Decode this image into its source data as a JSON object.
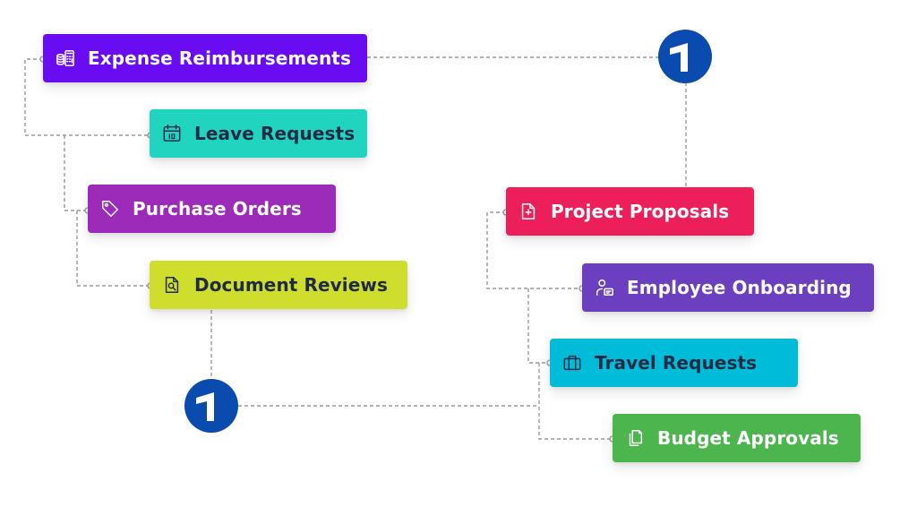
{
  "cards": {
    "expense": {
      "label": "Expense Reimbursements",
      "color": "#6a0cf2"
    },
    "leave": {
      "label": "Leave Requests",
      "color": "#20d4c0"
    },
    "purchase": {
      "label": "Purchase Orders",
      "color": "#9b2bb8"
    },
    "document": {
      "label": "Document Reviews",
      "color": "#cfde2c"
    },
    "project": {
      "label": "Project Proposals",
      "color": "#ec1f5a"
    },
    "onboarding": {
      "label": "Employee Onboarding",
      "color": "#6b3fbf"
    },
    "travel": {
      "label": "Travel Requests",
      "color": "#00bcd9"
    },
    "budget": {
      "label": "Budget Approvals",
      "color": "#4cb54e"
    }
  },
  "logo": {
    "icon": "brand-logo-icon",
    "color": "#0a4bb0"
  },
  "connector_color": "#9a9a9a"
}
